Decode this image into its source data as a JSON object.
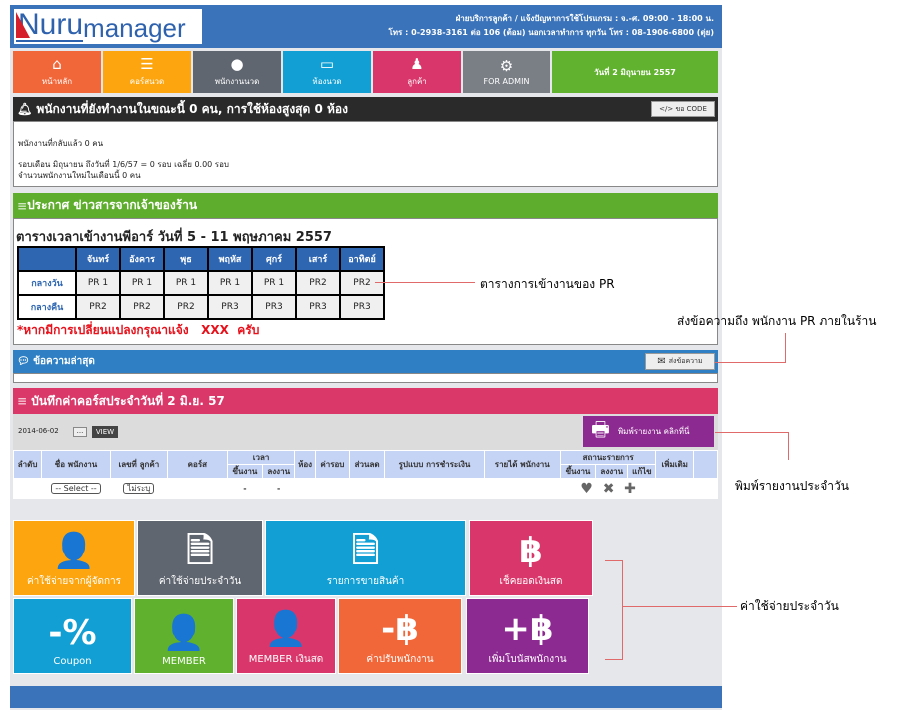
{
  "header": {
    "logo_main": "Nuru",
    "logo_sub": "manager",
    "contact_line1": "ฝ่ายบริการลูกค้า / แจ้งปัญหาการใช้โปรแกรม : จ.-ศ. 09:00 - 18:00 น.",
    "contact_line2": "โทร : 0-2938-3161 ต่อ 106 (ต้อม) นอกเวลาทำการ ทุกวัน โทร : 08-1906-6800 (ตุ่ย)"
  },
  "nav": [
    {
      "label": "หน้าหลัก",
      "icon": "⌂",
      "color": "#f2673a"
    },
    {
      "label": "คอร์สนวด",
      "icon": "☰",
      "color": "#fca50f"
    },
    {
      "label": "พนักงานนวด",
      "icon": "●",
      "color": "#5f6670"
    },
    {
      "label": "ห้องนวด",
      "icon": "▭",
      "color": "#119fd4"
    },
    {
      "label": "ลูกค้า",
      "icon": "♟",
      "color": "#d9376b"
    },
    {
      "label": "FOR ADMIN",
      "icon": "⚙",
      "color": "#7a7f86"
    }
  ],
  "date_display": "วันที่ 2 มิถุนายน 2557",
  "status": {
    "title": "พนักงานที่ยังทำงานในขณะนี้ 0 คน, การใช้ห้องสูงสุด 0 ห้อง",
    "code_button": "</> ขอ CODE",
    "returned": "พนักงานที่กลับแล้ว 0 คน",
    "monthly": "รอบเดือน มิถุนายน ถึงวันที่ 1/6/57 = 0 รอบ เฉลี่ย 0.00 รอบ",
    "new_staff": "จำนวนพนักงานใหม่ในเดือนนี้ 0 คน"
  },
  "announce": {
    "title": "ประกาศ ข่าวสารจากเจ้าของร้าน",
    "schedule_title": "ตารางเวลาเข้างานพีอาร์ วันที่ 5 - 11 พฤษภาคม 2557",
    "days": [
      "จันทร์",
      "อังคาร",
      "พุธ",
      "พฤหัส",
      "ศุกร์",
      "เสาร์",
      "อาทิตย์"
    ],
    "rows": [
      {
        "label": "กลางวัน",
        "values": [
          "PR 1",
          "PR 1",
          "PR 1",
          "PR 1",
          "PR 1",
          "PR2",
          "PR2"
        ]
      },
      {
        "label": "กลางคืน",
        "values": [
          "PR2",
          "PR2",
          "PR2",
          "PR3",
          "PR3",
          "PR3",
          "PR3"
        ]
      }
    ],
    "notice": "*หากมีการเปลี่ยนแปลงกรุณาแจ้ง   XXX  ครับ"
  },
  "messages": {
    "title": "ข้อความล่าสุด",
    "send_button": "ส่งข้อความ"
  },
  "records": {
    "title": "บันทึกค่าคอร์สประจำวันที่ 2 มิ.ย. 57",
    "date_value": "2014-06-02",
    "browse": "...",
    "view": "VIEW",
    "print_button": "พิมพ์รายงาน คลิกที่นี่",
    "headers": {
      "no": "ลำดับ",
      "staff": "ชื่อ พนักงาน",
      "customer": "เลขที่ ลูกค้า",
      "course": "คอร์ส",
      "time": "เวลา",
      "time_in": "ขึ้นงาน",
      "time_out": "ลงงาน",
      "room": "ห้อง",
      "round": "ค่ารอบ",
      "discount": "ส่วนลด",
      "payment": "รูปแบบ การชำระเงิน",
      "income": "รายได้ พนักงาน",
      "status": "สถานะรายการ",
      "st_in": "ขึ้นงาน",
      "st_out": "ลงงาน",
      "st_edit": "แก้ไข",
      "more": "เพิ่มเติม"
    },
    "row": {
      "staff_select": "-- Select --",
      "customer_select": "ไม่ระบุ",
      "time_in": "-",
      "time_out": "-"
    }
  },
  "tiles": [
    {
      "label": "ค่าใช้จ่ายจากผู้จัดการ",
      "icon": "👤",
      "color": "#fca50f"
    },
    {
      "label": "ค่าใช้จ่ายประจำวัน",
      "icon": "🗎",
      "color": "#5f6670"
    },
    {
      "label": "รายการขายสินค้า",
      "icon": "🗎",
      "color": "#119fd4"
    },
    {
      "label": "เช็คยอดเงินสด",
      "icon": "฿",
      "color": "#d9376b"
    },
    {
      "label": "Coupon",
      "icon": "-%",
      "color": "#119fd4"
    },
    {
      "label": "MEMBER",
      "icon": "👤",
      "color": "#5fb12e"
    },
    {
      "label": "MEMBER เงินสด",
      "icon": "👤",
      "color": "#d9376b"
    },
    {
      "label": "ค่าปรับพนักงาน",
      "icon": "-฿",
      "color": "#f2673a"
    },
    {
      "label": "เพิ่มโบนัสพนักงาน",
      "icon": "+฿",
      "color": "#8d2a91"
    }
  ],
  "annotations": {
    "schedule": "ตารางการเข้างานของ PR",
    "message": "ส่งข้อความถึง พนักงาน PR ภายในร้าน",
    "print": "พิมพ์รายงานประจำวัน",
    "expenses": "ค่าใช้จ่ายประจำวัน"
  }
}
